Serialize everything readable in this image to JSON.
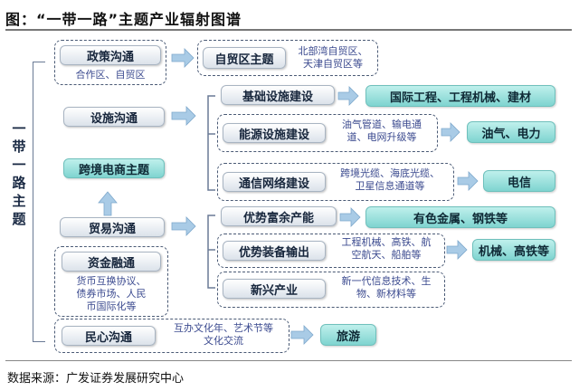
{
  "title": "图：“一带一路”主题产业辐射图谱",
  "source": "数据来源：广发证券发展研究中心",
  "side_title": "一带一路主题",
  "nodes": {
    "policy": "政策沟通",
    "policy_note": "合作区、自贸区",
    "ftz_theme": "自贸区主题",
    "ftz_note_1": "北部湾自贸区、",
    "ftz_note_2": "天津自贸区等",
    "facility": "设施沟通",
    "infra": "基础设施建设",
    "infra_out": "国际工程、工程机械、建材",
    "energy": "能源设施建设",
    "energy_note_1": "油气管道、输电通",
    "energy_note_2": "道、电网升级等",
    "energy_out": "油气、电力",
    "cross_border": "跨境电商主题",
    "telecom": "通信网络建设",
    "telecom_note_1": "跨境光缆、海底光缆、",
    "telecom_note_2": "卫星信息通道等",
    "telecom_out": "电信",
    "trade": "贸易沟通",
    "surplus": "优势富余产能",
    "surplus_out": "有色金属、钢铁等",
    "equipment": "优势装备输出",
    "equipment_note_1": "工程机械、高铁、航",
    "equipment_note_2": "空航天、船舶等",
    "equipment_out": "机械、高铁等",
    "finance": "资金融通",
    "finance_note_1": "货币互换协议、",
    "finance_note_2": "债券市场、人民",
    "finance_note_3": "币国际化等",
    "emerging": "新兴产业",
    "emerging_note_1": "新一代信息技术、生",
    "emerging_note_2": "物、新材料等",
    "people": "民心沟通",
    "people_note_1": "互办文化年、艺术节等",
    "people_note_2": "文化交流",
    "tourism": "旅游"
  },
  "colors": {
    "accent_teal": "#7fd4d0",
    "arrow_blue": "#9fc4e2",
    "note_text": "#3b4a8f"
  }
}
